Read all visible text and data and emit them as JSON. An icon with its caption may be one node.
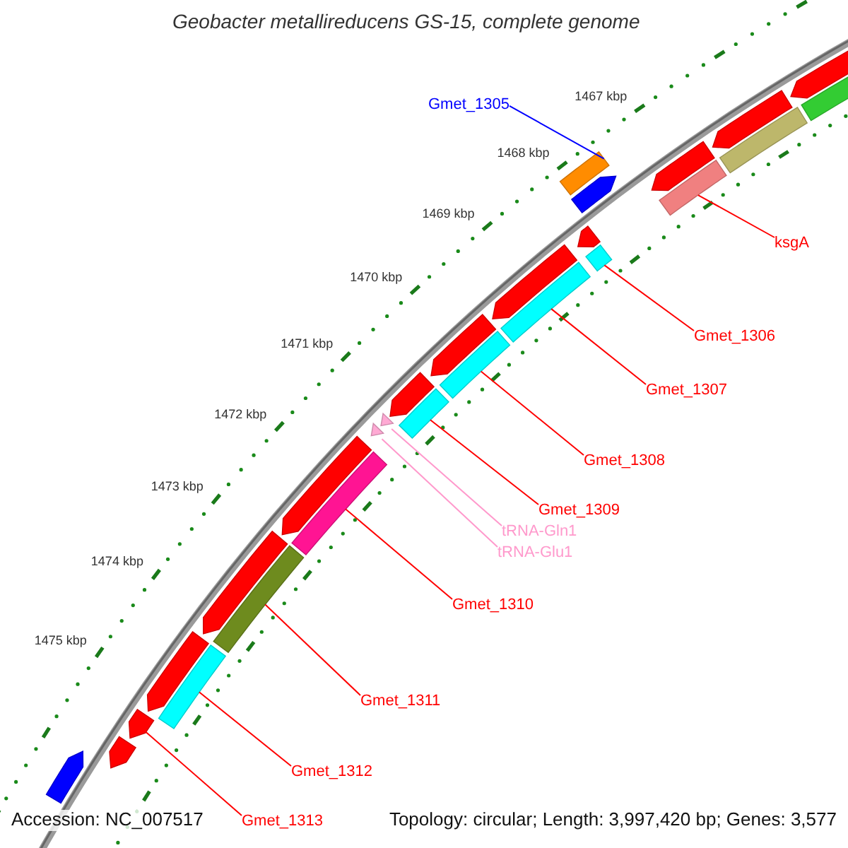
{
  "diagram": {
    "title": "Geobacter metallireducens GS-15, complete genome",
    "nodes": [
      {
        "text": [
          "Gmet_1305"
        ]
      },
      {
        "text": [],
        "shape": "bar"
      },
      {
        "text": [
          "ksgA"
        ]
      },
      {
        "text": [],
        "shape": "bar"
      },
      {
        "text": [
          "Gmet_1306"
        ]
      },
      {
        "text": [],
        "shape": "bar"
      },
      {
        "text": [
          "Gmet_1307"
        ]
      },
      {
        "text": [],
        "shape": "bar"
      },
      {
        "text": [
          "Gmet_1308"
        ]
      },
      {
        "text": [],
        "shape": "bar"
      },
      {
        "text": [
          "Gmet_1309"
        ]
      },
      {
        "text": [],
        "shape": "bar"
      },
      {
        "text": [
          "tRNA-Gln1"
        ]
      },
      {
        "text": [],
        "shape": "triangle"
      },
      {
        "text": [
          "tRNA-Glu1"
        ]
      },
      {
        "text": [],
        "shape": "triangle"
      },
      {
        "text": [
          "Gmet_1310"
        ]
      },
      {
        "text": [],
        "shape": "bar"
      },
      {
        "text": [
          "Gmet_1311"
        ]
      },
      {
        "text": [],
        "shape": "bar"
      },
      {
        "text": [
          "Gmet_1312"
        ]
      },
      {
        "text": [],
        "shape": "bar"
      },
      {
        "text": [
          "Gmet_1313"
        ]
      },
      {
        "text": [],
        "shape": "bar"
      },
      {
        "text": [],
        "shape": "bar"
      },
      {
        "text": [],
        "shape": "bar"
      },
      {
        "text": [],
        "shape": "bar"
      },
      {
        "text": [],
        "shape": "bar"
      },
      {
        "text": [],
        "shape": "bar"
      },
      {
        "text": [],
        "shape": "bar"
      },
      {
        "text": [],
        "shape": "bar"
      },
      {
        "text": [],
        "shape": "bar"
      },
      {
        "text": [],
        "shape": "bar"
      },
      {
        "text": [],
        "shape": "bar"
      },
      {
        "text": [],
        "shape": "bar"
      },
      {
        "text": [],
        "shape": "bar"
      },
      {
        "text": [],
        "shape": "bar"
      },
      {
        "text": [],
        "shape": "bar"
      },
      {
        "text": [],
        "shape": "bar"
      }
    ],
    "edges": [
      {
        "from": 0,
        "to": 1,
        "arrow": "none",
        "color": "#0000ff"
      },
      {
        "from": 2,
        "to": 3,
        "arrow": "none"
      },
      {
        "from": 4,
        "to": 5,
        "arrow": "none"
      },
      {
        "from": 6,
        "to": 7,
        "arrow": "none"
      },
      {
        "from": 8,
        "to": 9,
        "arrow": "none"
      },
      {
        "from": 10,
        "to": 11,
        "arrow": "none"
      },
      {
        "from": 12,
        "to": 13,
        "arrow": "none",
        "color": "#ff99cc"
      },
      {
        "from": 14,
        "to": 15,
        "arrow": "none",
        "color": "#ff99cc"
      },
      {
        "from": 16,
        "to": 17,
        "arrow": "none"
      },
      {
        "from": 18,
        "to": 19,
        "arrow": "none"
      },
      {
        "from": 20,
        "to": 21,
        "arrow": "none"
      },
      {
        "from": 22,
        "to": 23,
        "arrow": "none"
      }
    ],
    "labels": [
      "1467 kbp",
      "1468 kbp",
      "1469 kbp",
      "1470 kbp",
      "1471 kbp",
      "1472 kbp",
      "1473 kbp",
      "1474 kbp",
      "1475 kbp",
      "Accession: NC_007517",
      "Topology: circular; Length: 3,997,420 bp; Genes: 3,577"
    ]
  }
}
